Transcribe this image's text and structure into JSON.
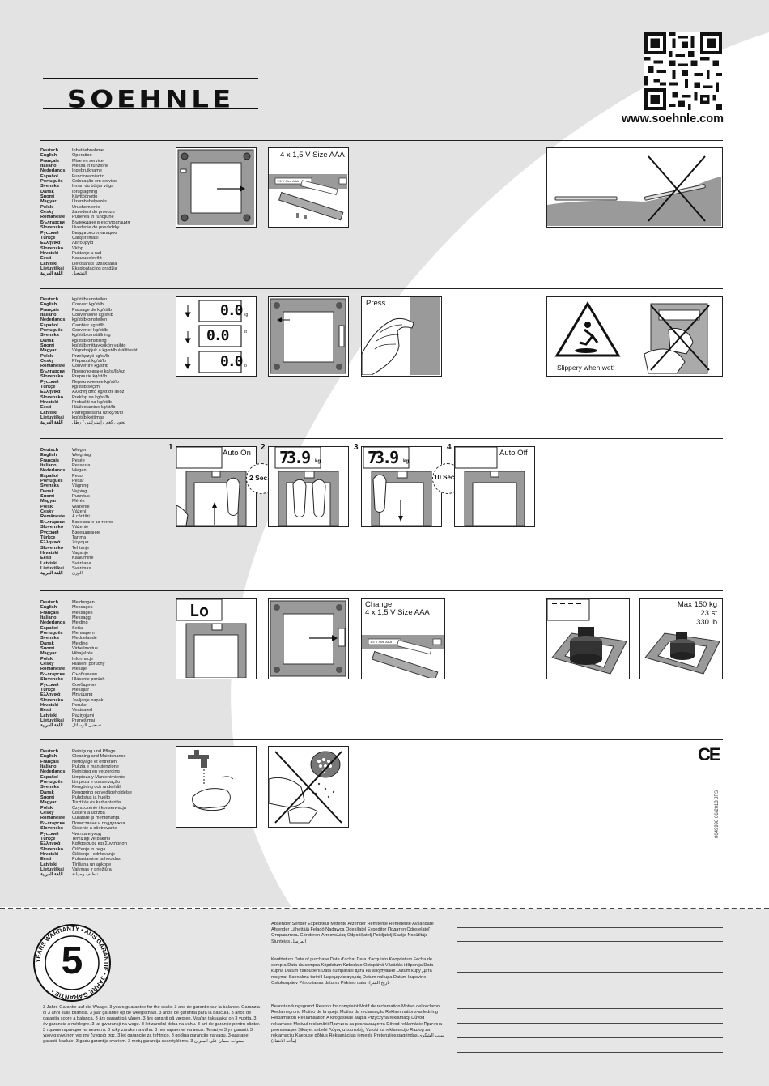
{
  "brand": {
    "logo": "SOEHNLE",
    "url": "www.soehnle.com"
  },
  "languages": [
    "Deutsch",
    "English",
    "Français",
    "Italiano",
    "Nederlands",
    "Español",
    "Português",
    "Svenska",
    "Dansk",
    "Suomi",
    "Magyar",
    "Polski",
    "Cesky",
    "Româneste",
    "Български",
    "Slovensko",
    "Русский",
    "Türkçe",
    "Ελληνικά",
    "Slovensko",
    "Hrvatski",
    "Eesti",
    "Latviski",
    "Lietuviškai",
    "اللغة العربية"
  ],
  "sections": [
    {
      "lines": [
        "Inbetriebnahme",
        "Operation",
        "Mise en service",
        "Messa in funzione",
        "Ingebruikname",
        "Funcionamiento",
        "Colocação em serviço",
        "Innan du börjar väga",
        "Ibrugtagning",
        "Käyttöönotto",
        "Üzembehelyezés",
        "Uruchomienie",
        "Zavedení do provozu",
        "Punerea în funcţiune",
        "Въвеждане в експлоатация",
        "Uvedenie do prevádzky",
        "Ввод в эксплуатацию",
        "Çalıştırılması",
        "Λειτουργία",
        "Vklop",
        "Puštanje u rad",
        "Kasutuselevõtt",
        "Lietošanas uzsākšana",
        "Eksploatacijos pradžia",
        "التشغيل"
      ],
      "battery_label": "4 x 1,5 V Size AAA",
      "battery_cell": "1.5 V Size AAA"
    },
    {
      "lines": [
        "kg/st/lb umstellen",
        "Convert kg/st/lb",
        "Passage de kg/st/lb",
        "Conversione kg/st/lb",
        "kg/st/lb omstellen",
        "Cambiar kg/st/lb",
        "Converter kg/st/lb",
        "kg/st/lb omställning",
        "kg/st/lb omstilling",
        "kg/st/lb mittayksikön vaihto",
        "Végrehajtjuk a kg/st/lb átállítását",
        "Przełączyć kg/st/lb",
        "Přepnout kg/st/lb",
        "Convertire kg/st/lb",
        "Превключване kg/st/lb/oz",
        "Prepnutie kg/st/lb",
        "Переключение kg/st/lb",
        "kg/st/lb seçimi",
        "Αλλαγή από kg/st σε lb/oz",
        "Preklop na kg/st/lb",
        "Prebačiti na kg/st/lb",
        "Häälestamine kg/st/lb",
        "Pārregulēšana uz kg/st/lb",
        "kg/st/lb keitimas",
        "تحويل كغم / إسترليني / رطل"
      ],
      "display_value": "0.0",
      "units": [
        "kg",
        "st",
        "lb"
      ],
      "press_label": "Press",
      "slippery_label": "Slippery when wet!"
    },
    {
      "lines": [
        "Wiegen",
        "Weighing",
        "Pesée",
        "Pesatura",
        "Wegen",
        "Peso",
        "Pesar",
        "Vägning",
        "Vejning",
        "Punnitus",
        "Mérés",
        "Ważenie",
        "Vážení",
        "A cântări",
        "Взвесване за тегло",
        "Váženie",
        "Взвешивание",
        "Tartma",
        "Ζύγισμα",
        "Tehtanje",
        "Vaganje",
        "Kaalumine",
        "Svēršana",
        "Svėrimas",
        "الوزن"
      ],
      "steps": [
        "1",
        "2",
        "3",
        "4"
      ],
      "auto_on": "Auto On",
      "auto_off": "Auto Off",
      "timer_1": "2 Sec.",
      "timer_2": "10 Sec.",
      "weight_value": "73.9",
      "weight_unit": "kg"
    },
    {
      "lines": [
        "Meldungen",
        "Messages",
        "Messages",
        "Messaggi",
        "Melding",
        "Señal",
        "Mensagem",
        "Meddelande",
        "Melding",
        "Virheilmoitus",
        "Hibajelzés",
        "Informacje",
        "Hlášení poruchy",
        "Mesaje",
        "Съобщения",
        "Hlásenie porúch",
        "Сообщения",
        "Mesajlar",
        "Μηνύματα",
        "Javljanje napak",
        "Poruke",
        "Veateated",
        "Paziņojumi",
        "Pranešimai",
        "تسجيل الرسائل"
      ],
      "lo_value": "Lo",
      "change_label_1": "Change",
      "change_label_2": "4 x 1,5 V Size AAA",
      "battery_cell": "1.5 V Size AAA",
      "max_1": "Max 150 kg",
      "max_2": "23 st",
      "max_3": "330 lb"
    },
    {
      "lines": [
        "Reinigung und Pflege",
        "Cleaning and Maintenance",
        "Nettoyage et entretien",
        "Pulizia e manutenzione",
        "Reiniging en verzorging",
        "Limpieza y Mantenimiento",
        "Limpeza e conservação",
        "Rengöring och underhåll",
        "Rengøring og vedligeholdelse",
        "Puhdistus ja huolto",
        "Tisztítás és karbantartás",
        "Czyszczenie i konserwacja",
        "Čištění a údržba",
        "Curăţare şi mentenanţă",
        "Почистване и поддръжка",
        "Čistenie a ošetrovanie",
        "Чистка и уход",
        "Temizliği ve bakımı",
        "Καθαρισμός και Συντήρηση",
        "Čiščenje in nega",
        "Čišćenje i održavanje",
        "Puhastamine ja hooldus",
        "Tīrīšana un apkope",
        "Valymas ir priežiūra",
        "تنظيف وصيانة"
      ]
    }
  ],
  "ce_mark": "CE",
  "doc_id": "0049998 06/2013 JFS",
  "warranty": {
    "badge_number": "5",
    "badge_ring": "YEARS WARRANTY • ANS GARANTIE • JAHRE GARANTIE •",
    "text": "3 Jahre Garantie auf die Waage. 3 years guarantee for the scale. 3 ans de garantie sur la balance. Garanzia di 3 anni sulla bilancia. 3 jaar garantie op de weegschaal. 3 años de garantía para la báscula. 3 anos de garantia sobre a balança. 3 års garanti på vågen. 3 års garanti på vægten. Vaa'an takuuaika on 3 vuotta. 3 év garancia a mérlegre. 3 lat gwarancji na wagę. 3 let záruční doba na váhu. 3 ani de garanţie pentru cântar. 3 години гаранция на везната. 3 roky záruka na váhu. 3 лет гарантии на весы. Teraziye 3 yıl garanti. 3 χρόνια εγγύηση για την ζυγαριά σας. 3 let garancije za tehtnico. 3 godina garancije za vagu. 3-aastane garantii kaalule. 3 gadu garantija svariem. 3 metų garantija svarstyklėms. 3 سنوات ضمان على الميزان",
    "sender": "Absender Sender Expéditeur Mittente Afzender Remitente Remetente Avsändare Afsender Lähettäjä Feladó Nadawca Odesílatel Expeditor Подател Odosielateľ Отправитель Gönderen Αποστολέας Odpošiljatelj Pošiljatelj Saatja Nosūtītājs Siuntėjas المرسل",
    "purchase_date": "Kaufdatum Date of purchase Date d'achat Data d'acquisto Koopdatum Fecha de compra Data da compra Köpdatum Købsdato Ostopäivä Vásárlás időpontja Data kupna Datum zakoupení Data cumpărării дата на закупуване Dátum kúpy Дата покупки Satınalma tarihi Ημερομηνία αγοράς Datum nakupa Datum kupovine Ostukuupäev Pārdošanas datums Pirkimo data تاريخ الشراء",
    "complaint": "Beanstandungsgrund Reason for complaint Motif de réclamation Motivo del reclamo Reclamegrond Motivo de la queja Motivo da reclamação Reklammations-anledning Reklamation Reklamaation A kifogásolás alapja Przyczyna reklamacji Důvod reklamace Motivul reclamării Причина за рекламацията Dôvod reklamácie Причина рекламации Şikayet sebebi Λόγος αποστολής Vzroki za reklamacijo Razlog za reklamaciju Kaebuse põhjus Reklamācijas iemesls Pretenzijos pagrindas سبب الشكوى (مأخذ الانتقاد)"
  }
}
